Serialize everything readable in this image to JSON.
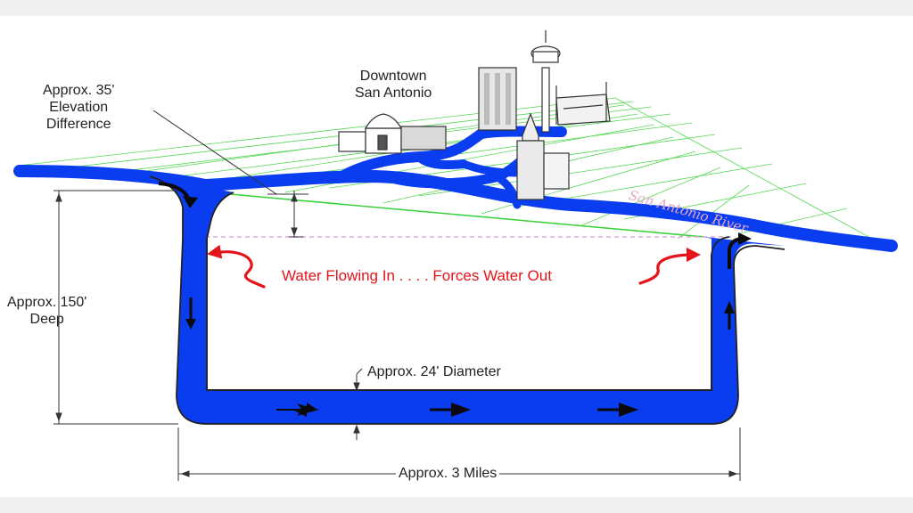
{
  "labels": {
    "downtown_line1": "Downtown",
    "downtown_line2": "San Antonio",
    "elevation_line1": "Approx. 35'",
    "elevation_line2": "Elevation",
    "elevation_line3": "Difference",
    "depth_line1": "Approx. 150'",
    "depth_line2": "Deep",
    "diameter": "Approx. 24' Diameter",
    "length": "Approx. 3 Miles",
    "river_name": "San Antonio River",
    "flow_caption": "Water Flowing In . . . . Forces Water Out"
  },
  "colors": {
    "water": "#0a3cf0",
    "grid": "#3ad13a",
    "flow_text": "#e4141a",
    "river_text": "#e6a8c0",
    "outline": "#222222",
    "water_level": "#e3a6e0"
  }
}
